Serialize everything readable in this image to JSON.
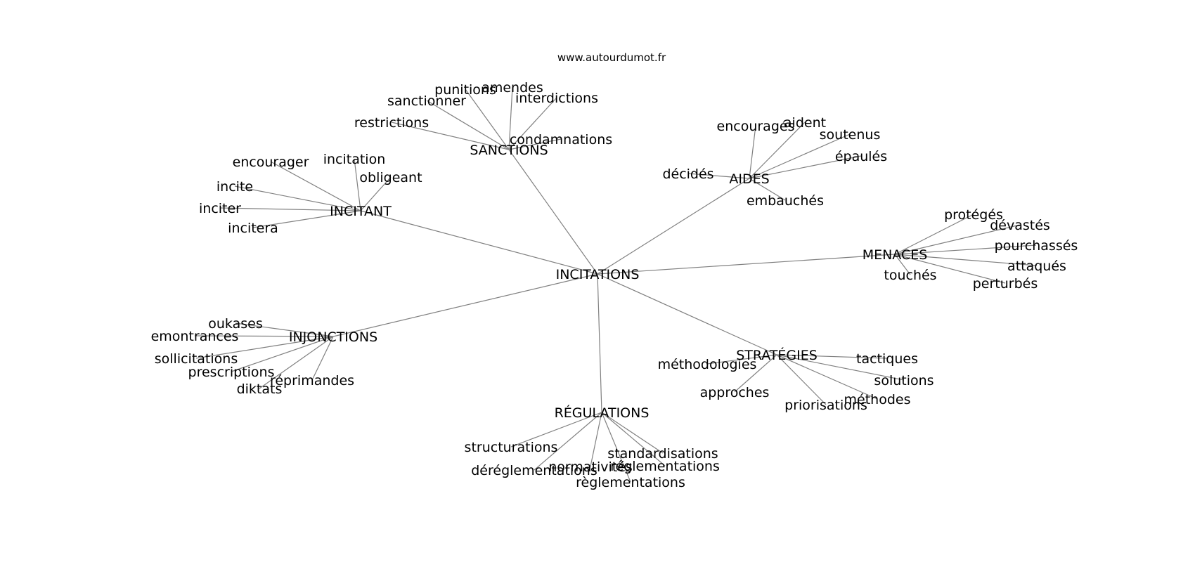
{
  "watermark": "www.autourdumot.fr",
  "root": "INCITATIONS",
  "groups": [
    {
      "label": "SANCTIONS",
      "words": [
        "punitions",
        "amendes",
        "sanctionner",
        "interdictions",
        "restrictions",
        "condamnations"
      ]
    },
    {
      "label": "INCITANT",
      "words": [
        "encourager",
        "incitation",
        "obligeant",
        "incite",
        "inciter",
        "incitera"
      ]
    },
    {
      "label": "AIDES",
      "words": [
        "encouragés",
        "aident",
        "soutenus",
        "épaulés",
        "décidés",
        "embauchés"
      ]
    },
    {
      "label": "MENACES",
      "words": [
        "protégés",
        "dévastés",
        "pourchassés",
        "attaqués",
        "touchés",
        "perturbés"
      ]
    },
    {
      "label": "INJONCTIONS",
      "words": [
        "oukases",
        "emontrances",
        "sollicitations",
        "prescriptions",
        "réprimandes",
        "diktats"
      ]
    },
    {
      "label": "STRATÉGIES",
      "words": [
        "tactiques",
        "méthodologies",
        "solutions",
        "approches",
        "méthodes",
        "priorisations"
      ]
    },
    {
      "label": "RÉGULATIONS",
      "words": [
        "structurations",
        "standardisations",
        "déréglementations",
        "normativités",
        "réglementations",
        "règlementations"
      ]
    }
  ]
}
